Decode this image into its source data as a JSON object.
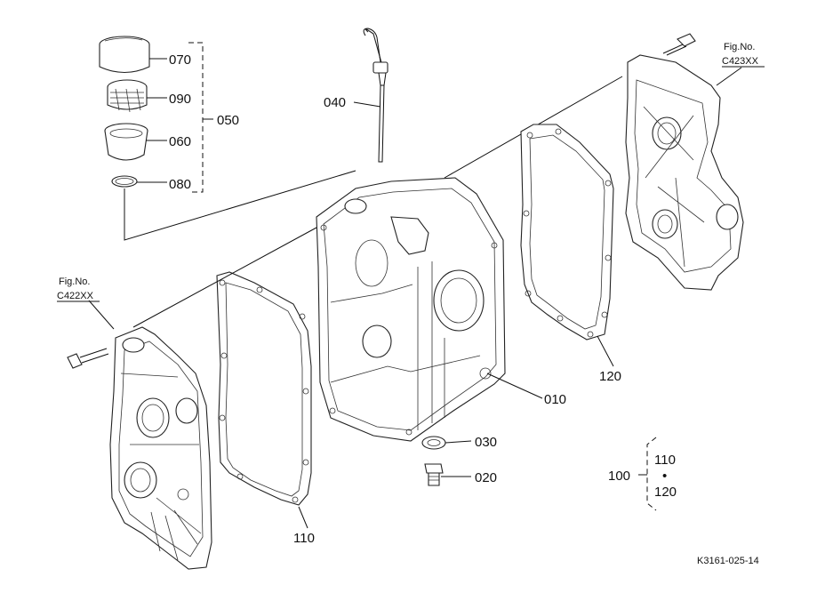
{
  "callouts": {
    "p010": "010",
    "p020": "020",
    "p030": "030",
    "p040": "040",
    "p050": "050",
    "p060": "060",
    "p070": "070",
    "p080": "080",
    "p090": "090",
    "p100": "100",
    "p110": "110",
    "p120": "120",
    "set_a": "110",
    "set_sep": "•",
    "set_b": "120"
  },
  "fig_refs": {
    "left_label": "Fig.No.",
    "left_value": "C422XX",
    "right_label": "Fig.No.",
    "right_value": "C423XX"
  },
  "drawing_code": "K3161-025-14"
}
